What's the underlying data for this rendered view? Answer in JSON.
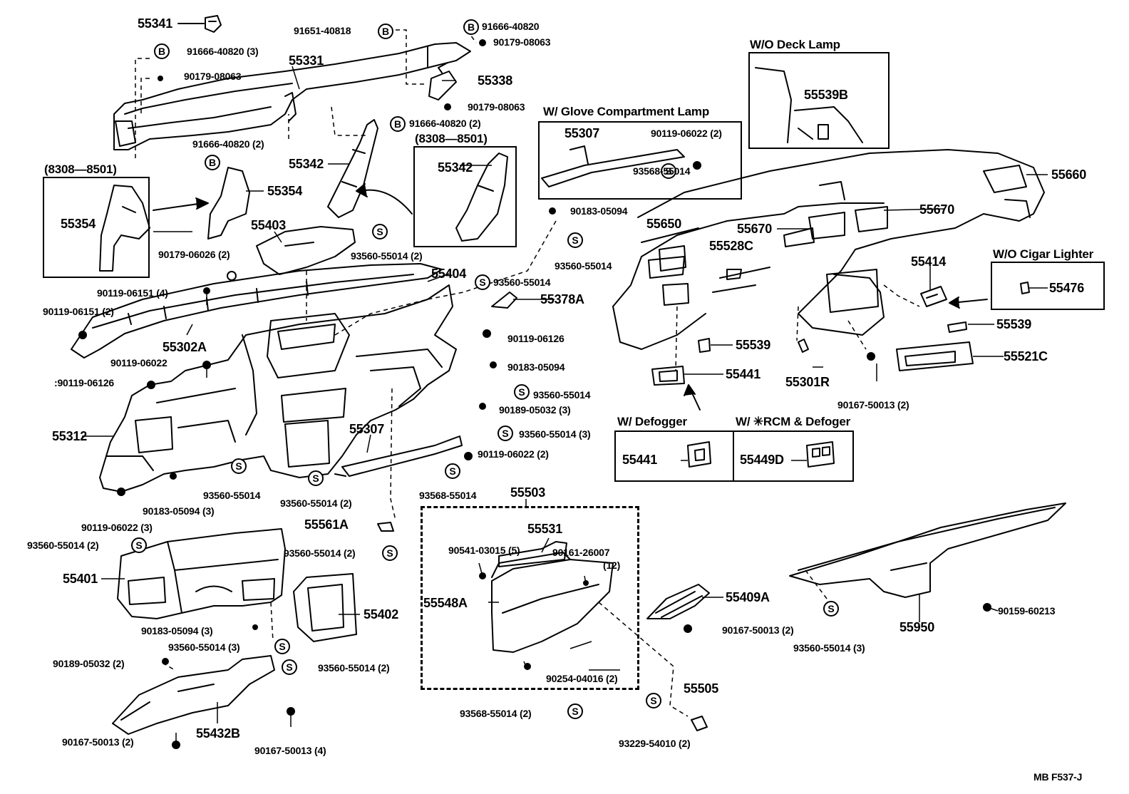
{
  "part_labels": {
    "p55341": "55341",
    "p91651_40818": "91651-40818",
    "p91666_40820_a": "91666-40820",
    "p90179_08063_a": "90179-08063",
    "p91666_40820_3": "91666-40820 (3)",
    "p55331": "55331",
    "p90179_08063_b": "90179-08063",
    "p55338": "55338",
    "p90179_08063_c": "90179-08063",
    "p91666_40820_2a": "91666-40820 (2)",
    "p91666_40820_2b": "91666-40820 (2)",
    "p55342_a": "55342",
    "p55342_b": "55342",
    "p55354_a": "55354",
    "p55354_b": "55354",
    "p55403": "55403",
    "p93560_55014_2a": "93560-55014 (2)",
    "p90183_05094_a": "90183-05094",
    "p93560_55014_a": "93560-55014",
    "p90179_06026": "90179-06026 (2)",
    "p90119_06151_4": "90119-06151 (4)",
    "p90119_06151_2": "90119-06151 (2)",
    "p55404": "55404",
    "p93560_55014_b": "93560-55014",
    "p55378A": "55378A",
    "p55302A": "55302A",
    "p90119_06126_a": "90119-06126",
    "p90119_06022_a": "90119-06022",
    "p90183_05094_b": "90183-05094",
    "p90119_06126_b": ":90119-06126",
    "p93560_55014_c": "93560-55014",
    "p90189_05032_3": "90189-05032 (3)",
    "p55312": "55312",
    "p93560_55014_3a": "93560-55014 (3)",
    "p55307_a": "55307",
    "p90119_06022_2": "90119-06022 (2)",
    "p93560_55014_d": "93560-55014",
    "p93560_55014_2b": "93560-55014 (2)",
    "p93568_55014_a": "93568-55014",
    "p90183_05094_3a": "90183-05094 (3)",
    "p90119_06022_3": "90119-06022 (3)",
    "p55503": "55503",
    "p55561A": "55561A",
    "p55531": "55531",
    "p93560_55014_2c": "93560-55014 (2)",
    "p93560_55014_2d": "93560-55014 (2)",
    "p90541_03015": "90541-03015 (5)",
    "p90161_26007": "90161-26007",
    "p90161_26007_qty": "(12)",
    "p55401": "55401",
    "p55548A": "55548A",
    "p55402": "55402",
    "p90183_05094_3b": "90183-05094 (3)",
    "p93560_55014_3b": "93560-55014 (3)",
    "p90189_05032_2": "90189-05032 (2)",
    "p93560_55014_2e": "93560-55014 (2)",
    "p90254_04016": "90254-04016 (2)",
    "p55505": "55505",
    "p55432B": "55432B",
    "p93568_55014_2": "93568-55014 (2)",
    "p90167_50013_2a": "90167-50013 (2)",
    "p90167_50013_4": "90167-50013 (4)",
    "p93229_54010": "93229-54010 (2)",
    "p55307_b": "55307",
    "p90119_06022_2b": "90119-06022 (2)",
    "p93568_55014_b": "93568-55014",
    "p55539B": "55539B",
    "p55660": "55660",
    "p55650": "55650",
    "p55670_a": "55670",
    "p55670_b": "55670",
    "p55528C": "55528C",
    "p55414": "55414",
    "p55476": "55476",
    "p55539": "55539",
    "p55539_b": "55539",
    "p55521C": "55521C",
    "p55441_a": "55441",
    "p55301R": "55301R",
    "p90167_50013_2b": "90167-50013 (2)",
    "p55441_b": "55441",
    "p55449D": "55449D",
    "p55409A": "55409A",
    "p90167_50013_2c": "90167-50013 (2)",
    "p93560_55014_3c": "93560-55014 (3)",
    "p55950": "55950",
    "p90159_60213": "90159-60213"
  },
  "headings": {
    "glove_lamp": "W/ Glove Compartment Lamp",
    "deck_lamp": "W/O Deck Lamp",
    "cigar": "W/O Cigar Lighter",
    "defogger": "W/ Defogger",
    "rcm": "W/ ✳RCM & Defoger",
    "date_range_a": "(8308—8501)",
    "date_range_b": "(8308—8501)"
  },
  "symbols": {
    "b": "B",
    "s": "S"
  },
  "footer": {
    "code": "MB  F537-J"
  }
}
